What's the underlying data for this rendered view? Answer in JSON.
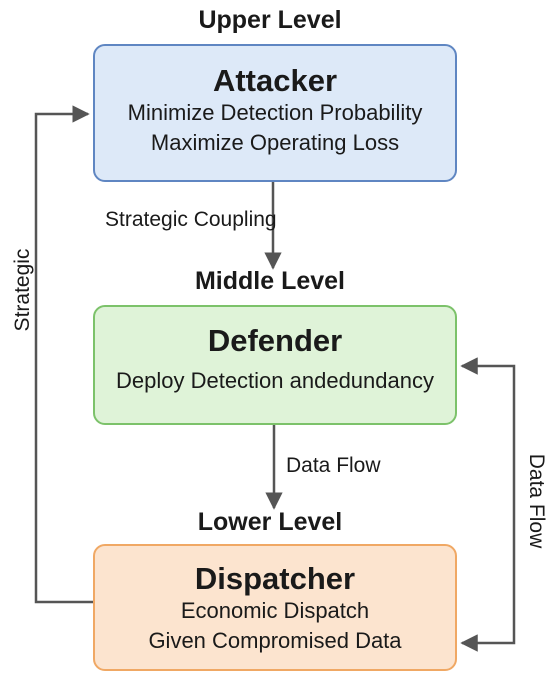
{
  "levels": {
    "upper": "Upper Level",
    "middle": "Middle Level",
    "lower": "Lower Level"
  },
  "nodes": {
    "attacker": {
      "title": "Attacker",
      "line1": "Minimize Detection Probability",
      "line2": "Maximize Operating Loss"
    },
    "defender": {
      "title": "Defender",
      "line1": "Deploy Detection andedundancy"
    },
    "dispatcher": {
      "title": "Dispatcher",
      "line1": "Economic Dispatch",
      "line2": "Given Compromised Data"
    }
  },
  "edges": {
    "attacker_to_defender": "Strategic Coupling",
    "defender_to_dispatcher": "Data Flow",
    "dispatcher_to_attacker": "Strategic",
    "dispatcher_to_defender": "Data Flow"
  },
  "colors": {
    "attacker_fill": "#dde9f8",
    "attacker_border": "#5f86c2",
    "defender_fill": "#dff3d8",
    "defender_border": "#7cc26a",
    "dispatcher_fill": "#fce4cf",
    "dispatcher_border": "#f0a864",
    "arrow": "#555555"
  }
}
